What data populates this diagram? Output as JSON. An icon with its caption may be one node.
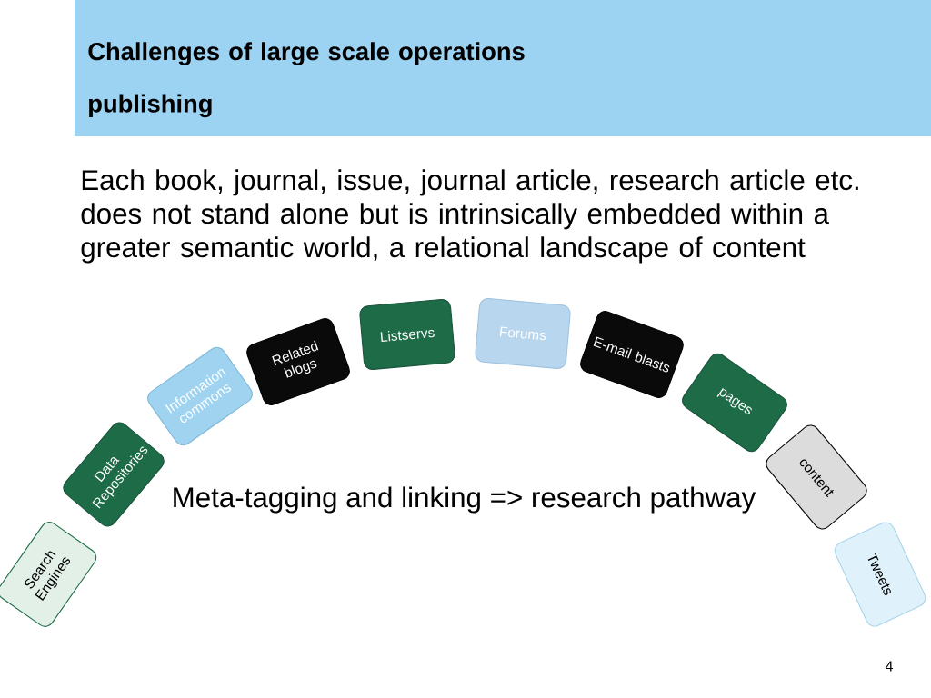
{
  "diagram": {
    "title": "Challenges of large scale operations publishing",
    "nodes": [
      {
        "text": [
          "Search Engines"
        ]
      },
      {
        "text": [
          "Data Repositories"
        ]
      },
      {
        "text": [
          "Information commons"
        ]
      },
      {
        "text": [
          "Related blogs"
        ]
      },
      {
        "text": [
          "Listservs"
        ]
      },
      {
        "text": [
          "Forums"
        ]
      },
      {
        "text": [
          "E-mail blasts"
        ]
      },
      {
        "text": [
          "pages"
        ]
      },
      {
        "text": [
          "content"
        ]
      },
      {
        "text": [
          "Tweets"
        ]
      }
    ],
    "labels": [
      "Each book, journal, issue, journal article, research article etc. does not stand alone but is intrinsically embedded within a greater semantic world, a relational landscape of content",
      "Meta-tagging and linking => research pathway",
      "4"
    ]
  }
}
